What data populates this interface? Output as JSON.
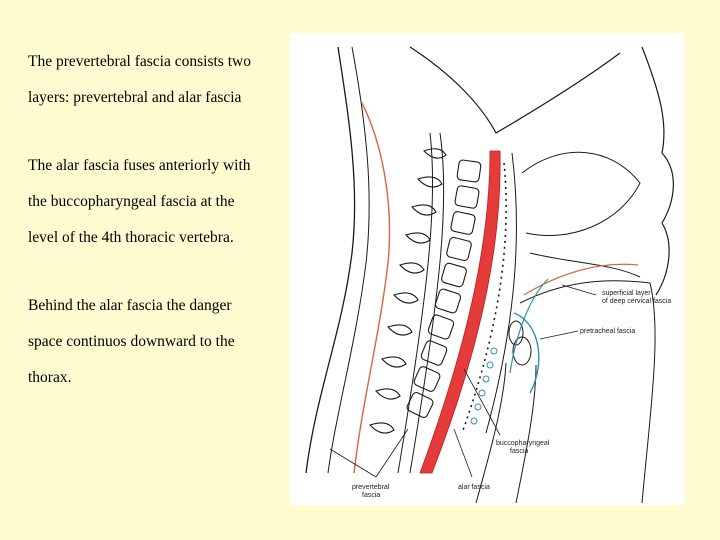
{
  "slide": {
    "background": "#fdfbcf",
    "paragraphs": [
      {
        "lines": [
          "The prevertebral fascia consists two",
          "layers: prevertebral and alar fascia"
        ]
      },
      {
        "lines": [
          "The alar fascia fuses anteriorly with",
          "the buccopharyngeal fascia at the",
          "level of the 4th thoracic vertebra."
        ]
      },
      {
        "lines": [
          "Behind the alar fascia the danger",
          "space continuos downward to the",
          "thorax."
        ]
      }
    ]
  },
  "figure": {
    "labels": {
      "superficial_layer_line1": "superficial layer",
      "superficial_layer_line2": "of deep cervical fascia",
      "pretracheal_fascia": "pretracheal fascia",
      "buccopharyngeal_line1": "buccopharyngeal",
      "buccopharyngeal_line2": "fascia",
      "prevertebral_line1": "prevertebral",
      "prevertebral_line2": "fascia",
      "alar_fascia": "alar fascia"
    },
    "colors": {
      "alar_fascia_red": "#e53b3b",
      "prevertebral_orange": "#d9673a",
      "buccopharyngeal_blue": "#2f8fb5",
      "outline": "#1a1a1a"
    }
  }
}
